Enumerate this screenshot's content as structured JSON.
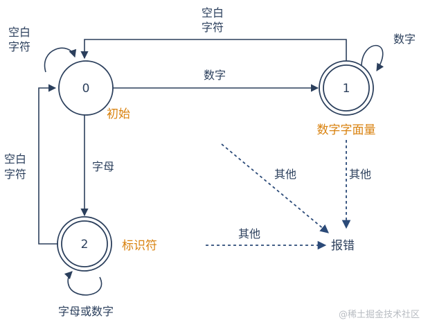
{
  "colors": {
    "ink": "#2b3f5c",
    "accent": "#d9820f",
    "watermark": "#b8bcc2",
    "background": "#ffffff"
  },
  "states": {
    "s0": {
      "id": "0",
      "name": "初始"
    },
    "s1": {
      "id": "1",
      "name": "数字字面量"
    },
    "s2": {
      "id": "2",
      "name": "标识符"
    },
    "error": {
      "name": "报错"
    }
  },
  "edges": {
    "top_line1": "空白",
    "top_line2": "字符",
    "s0_self_line1": "空白",
    "s0_self_line2": "字符",
    "s0_to_s1": "数字",
    "s1_self": "数字",
    "s0_to_s2": "字母",
    "left_line1": "空白",
    "left_line2": "字符",
    "s2_self": "字母或数字",
    "s0_to_error": "其他",
    "s1_to_error": "其他",
    "s2_to_error": "其他"
  },
  "watermark": "@稀土掘金技术社区"
}
